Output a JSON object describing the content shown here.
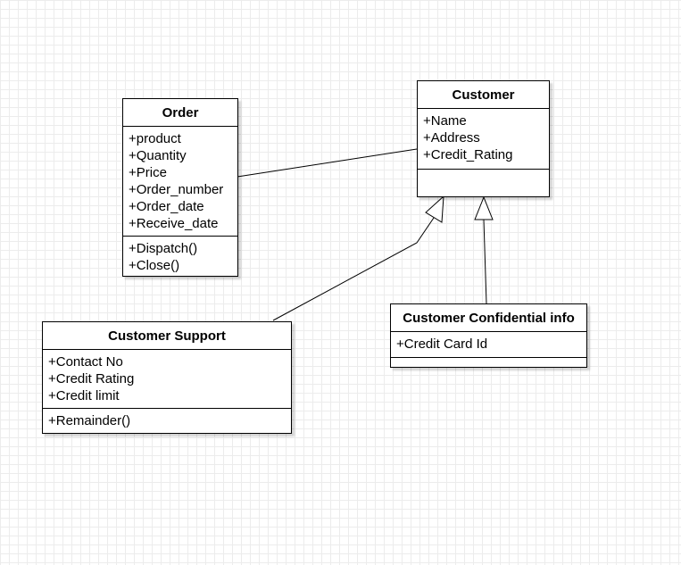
{
  "classes": {
    "order": {
      "name": "Order",
      "attributes": [
        "+product",
        "+Quantity",
        "+Price",
        "+Order_number",
        "+Order_date",
        "+Receive_date"
      ],
      "operations": [
        "+Dispatch()",
        "+Close()"
      ]
    },
    "customer": {
      "name": "Customer",
      "attributes": [
        "+Name",
        "+Address",
        "+Credit_Rating"
      ],
      "operations": []
    },
    "customer_support": {
      "name": "Customer Support",
      "attributes": [
        "+Contact No",
        "+Credit Rating",
        "+Credit limit"
      ],
      "operations": [
        "+Remainder()"
      ]
    },
    "customer_confidential": {
      "name": "Customer Confidential info",
      "attributes": [
        "+Credit Card Id"
      ],
      "operations": []
    }
  },
  "relations": [
    {
      "type": "association",
      "from": "order",
      "to": "customer"
    },
    {
      "type": "generalization",
      "from": "customer_support",
      "to": "customer"
    },
    {
      "type": "generalization",
      "from": "customer_confidential",
      "to": "customer"
    }
  ]
}
